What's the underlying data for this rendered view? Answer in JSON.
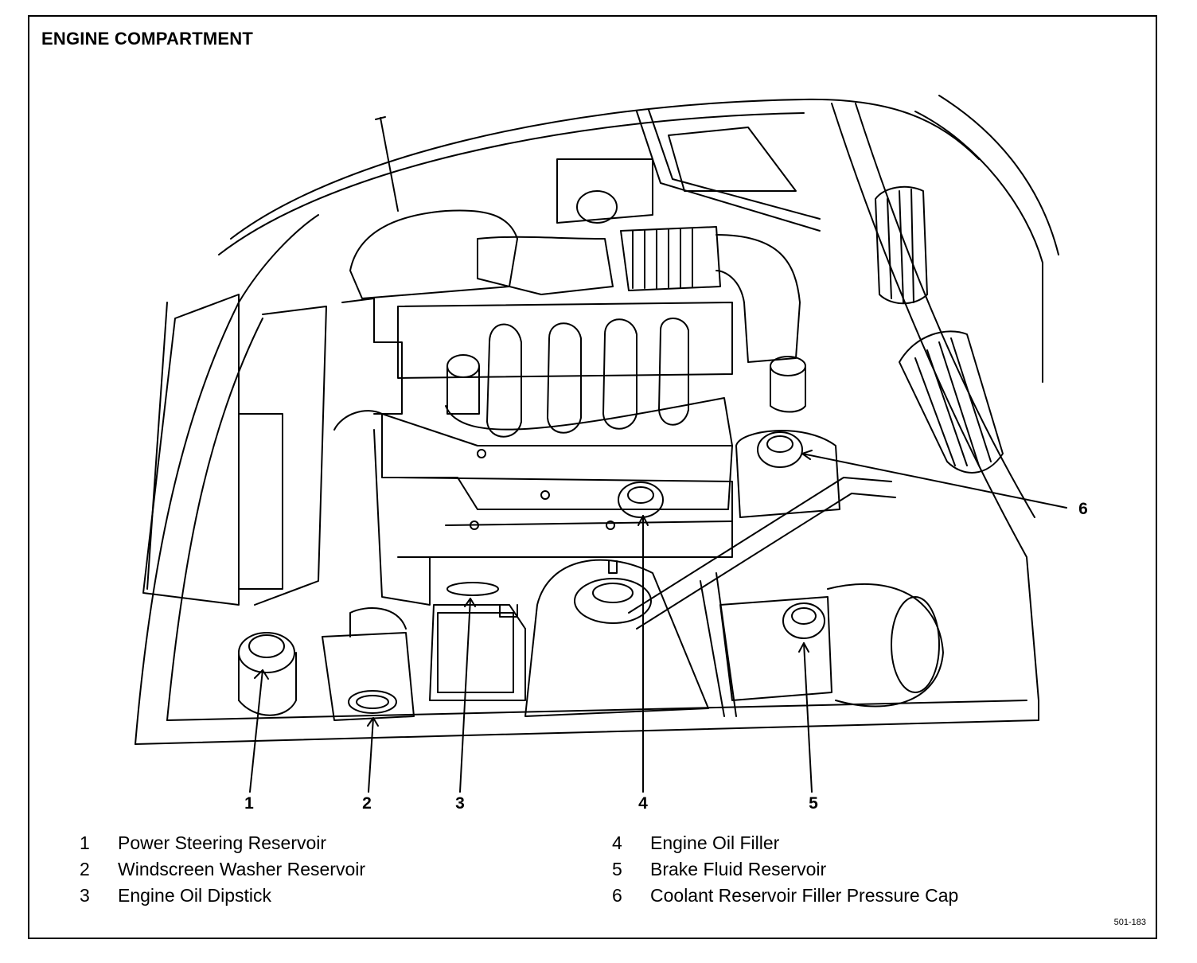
{
  "title": "ENGINE COMPARTMENT",
  "callouts": [
    "1",
    "2",
    "3",
    "4",
    "5",
    "6"
  ],
  "legend": [
    {
      "num": "1",
      "label": "Power Steering Reservoir"
    },
    {
      "num": "2",
      "label": "Windscreen Washer Reservoir"
    },
    {
      "num": "3",
      "label": "Engine Oil Dipstick"
    },
    {
      "num": "4",
      "label": "Engine Oil Filler"
    },
    {
      "num": "5",
      "label": "Brake Fluid Reservoir"
    },
    {
      "num": "6",
      "label": "Coolant Reservoir Filler Pressure Cap"
    }
  ],
  "figure_code": "501-183"
}
